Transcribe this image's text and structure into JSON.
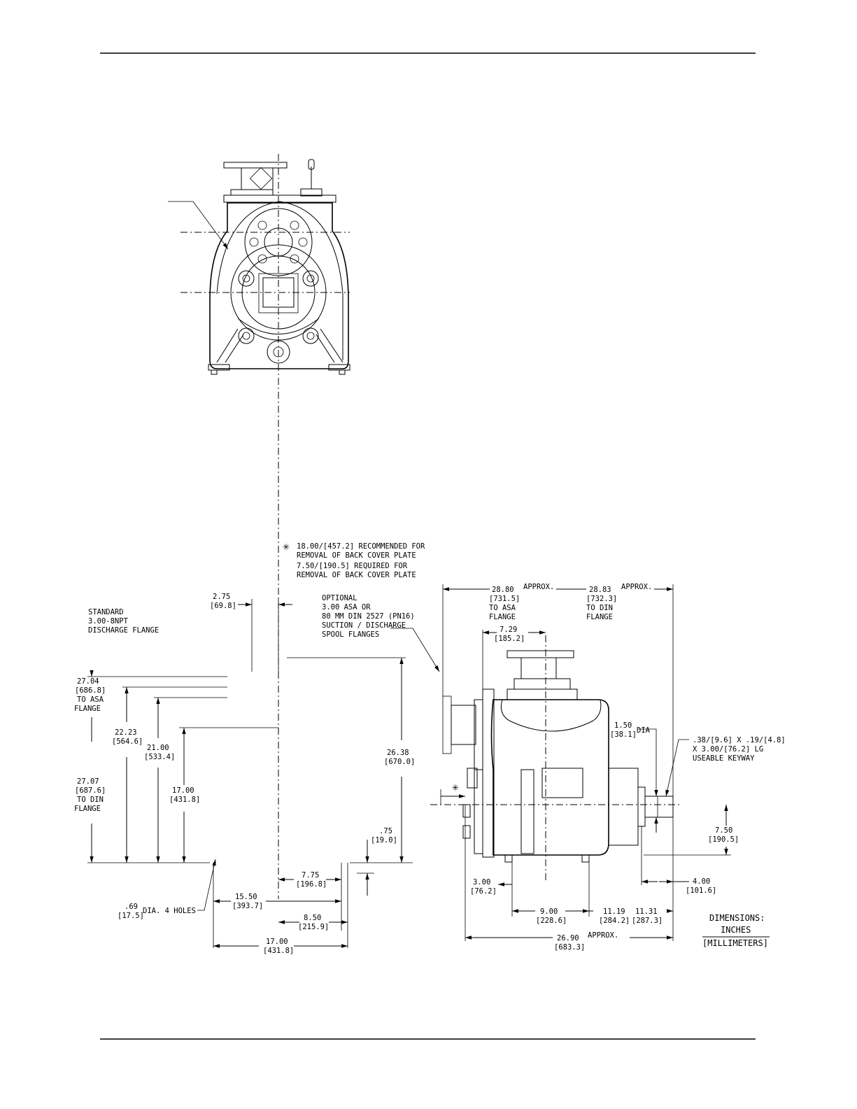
{
  "callouts": {
    "asterisk": "✳",
    "back_cover_1": "18.00/[457.2] RECOMMENDED FOR",
    "back_cover_2": "REMOVAL OF BACK COVER PLATE",
    "back_cover_3": "7.50/[190.5] REQUIRED FOR",
    "back_cover_4": "REMOVAL OF BACK COVER PLATE",
    "standard_1": "STANDARD",
    "standard_2": "3.00-8NPT",
    "standard_3": "DISCHARGE FLANGE",
    "optional_1": "OPTIONAL",
    "optional_2": "3.00 ASA OR",
    "optional_3": "80 MM DIN 2527 (PN16)",
    "optional_4": "SUCTION / DISCHARGE",
    "optional_5": "SPOOL FLANGES",
    "holes_in": ".69",
    "holes_mm": "[17.5]",
    "holes_label": "DIA. 4 HOLES",
    "keyway_1": ".38/[9.6] X .19/[4.8]",
    "keyway_2": "X 3.00/[76.2] LG",
    "keyway_3": "USEABLE KEYWAY",
    "shaft_in": "1.50",
    "shaft_mm": "[38.1]",
    "shaft_label": "DIA"
  },
  "front_view": {
    "d_2_75": {
      "in": "2.75",
      "mm": "[69.8]"
    },
    "d_27_04": {
      "in": "27.04",
      "mm": "[686.8]",
      "note1": "TO ASA",
      "note2": "FLANGE"
    },
    "d_27_07": {
      "in": "27.07",
      "mm": "[687.6]",
      "note1": "TO DIN",
      "note2": "FLANGE"
    },
    "d_22_23": {
      "in": "22.23",
      "mm": "[564.6]"
    },
    "d_21_00": {
      "in": "21.00",
      "mm": "[533.4]"
    },
    "d_17_00v": {
      "in": "17.00",
      "mm": "[431.8]"
    },
    "d_26_38": {
      "in": "26.38",
      "mm": "[670.0]"
    },
    "d_0_75": {
      "in": ".75",
      "mm": "[19.0]"
    },
    "d_7_75": {
      "in": "7.75",
      "mm": "[196.8]"
    },
    "d_15_50": {
      "in": "15.50",
      "mm": "[393.7]"
    },
    "d_8_50": {
      "in": "8.50",
      "mm": "[215.9]"
    },
    "d_17_00h": {
      "in": "17.00",
      "mm": "[431.8]"
    }
  },
  "side_view": {
    "d_28_80": {
      "in": "28.80",
      "approx": "APPROX.",
      "mm": "[731.5]",
      "note1": "TO ASA",
      "note2": "FLANGE"
    },
    "d_28_83": {
      "in": "28.83",
      "approx": "APPROX.",
      "mm": "[732.3]",
      "note1": "TO DIN",
      "note2": "FLANGE"
    },
    "d_7_29": {
      "in": "7.29",
      "mm": "[185.2]"
    },
    "d_7_50": {
      "in": "7.50",
      "mm": "[190.5]"
    },
    "d_4_00": {
      "in": "4.00",
      "mm": "[101.6]"
    },
    "d_3_00": {
      "in": "3.00",
      "mm": "[76.2]"
    },
    "d_9_00": {
      "in": "9.00",
      "mm": "[228.6]"
    },
    "d_11_19": {
      "in": "11.19",
      "mm": "[284.2]"
    },
    "d_11_31": {
      "in": "11.31",
      "mm": "[287.3]"
    },
    "d_26_90": {
      "in": "26.90",
      "approx": "APPROX.",
      "mm": "[683.3]"
    }
  },
  "units_note": {
    "title": "DIMENSIONS:",
    "inches": "INCHES",
    "mm": "[MILLIMETERS]"
  }
}
